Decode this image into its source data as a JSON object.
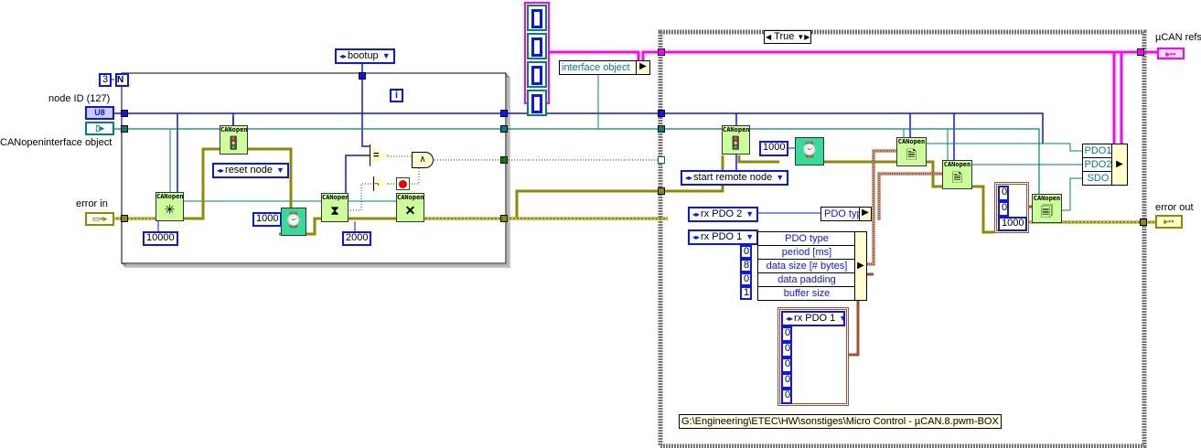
{
  "loop": {
    "count": "3",
    "count_terminal": "N",
    "iteration": "i"
  },
  "inputs": {
    "node_id_label": "node ID (127)",
    "node_id_type": "U8",
    "interface_label": "CANopeninterface object",
    "error_in_label": "error in"
  },
  "outputs": {
    "ucan_refs_label": "µCAN refs",
    "error_out_label": "error out"
  },
  "left": {
    "bootup_enum": "bootup",
    "reset_enum": "reset node",
    "timeout_const": "10000",
    "wait_const": "1000",
    "wait_bootup_const": "2000",
    "canopen_header": "CANopen",
    "equal_op": "=",
    "and_op": "∧",
    "not_op": "¬"
  },
  "case": {
    "selector": "True",
    "start_enum": "start remote node",
    "wait_const": "1000",
    "rx_pdo2_enum": "rx PDO 2",
    "pdo_type_field": "PDO type",
    "rx_pdo1_enum": "rx PDO 1",
    "pdo_bundle": [
      {
        "label": "PDO type",
        "value": ""
      },
      {
        "label": "period [ms]",
        "value": "0"
      },
      {
        "label": "data size [# bytes]",
        "value": "8"
      },
      {
        "label": "data padding",
        "value": "0"
      },
      {
        "label": "buffer size",
        "value": "1"
      }
    ],
    "cluster_values": [
      "0",
      "0",
      "1000"
    ],
    "array_enum": "rx PDO 1",
    "array_values": [
      "0",
      "0",
      "0",
      "0",
      "0"
    ],
    "out_bundle": [
      "PDO1",
      "PDO2",
      "SDO"
    ],
    "path_label": "G:\\Engineering\\ETEC\\HW\\sonstiges\\Micro Control - µCAN.8.pwm-BOX"
  },
  "unbundle": {
    "field": "interface object"
  },
  "colors": {
    "int_wire": "#0a14ff",
    "ref_wire": "#008080",
    "error_wire": "#8c8c00",
    "cluster_wire": "#a0522d",
    "ucan_wire": "#ff00ff",
    "node_bg": "#ccff99"
  }
}
